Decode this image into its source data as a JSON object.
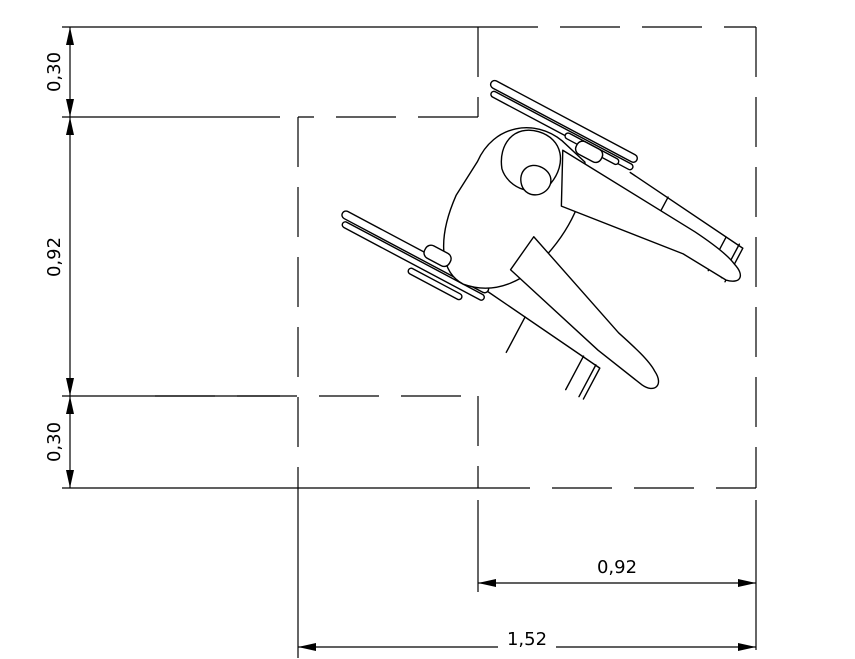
{
  "dimensions": {
    "left_top": "0,30",
    "left_middle": "0,92",
    "left_bottom": "0,30",
    "bottom_inner": "0,92",
    "bottom_overall": "1,52"
  }
}
